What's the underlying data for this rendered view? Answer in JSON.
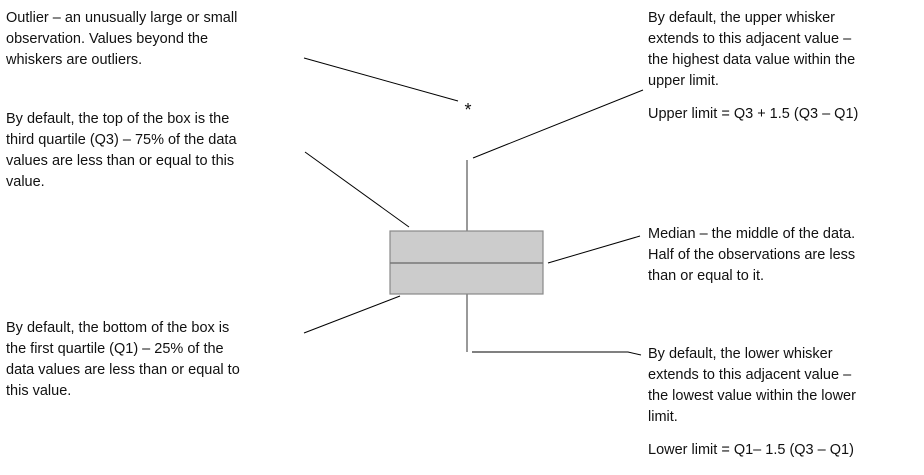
{
  "annotations": {
    "outlier": [
      "Outlier – an unusually large or small",
      "observation. Values beyond the",
      "whiskers are outliers."
    ],
    "q3": [
      "By default, the top of the box is the",
      "third quartile (Q3) – 75% of the data",
      "values are less than or equal to this",
      "value."
    ],
    "q1": [
      "By default, the bottom of the box is",
      "the first quartile (Q1) – 25% of the",
      "data values are less than or equal to",
      "this value."
    ],
    "upper_whisker": [
      "By default, the upper whisker",
      "extends to this adjacent value –",
      "the highest data value within the",
      "upper limit."
    ],
    "upper_limit": "Upper limit = Q3 + 1.5 (Q3 – Q1)",
    "median": [
      "Median – the middle of the data.",
      "Half of the observations are less",
      "than or equal to it."
    ],
    "lower_whisker": [
      "By default, the lower whisker",
      "extends to this adjacent value –",
      "the lowest value within the lower",
      "limit."
    ],
    "lower_limit": "Lower limit = Q1– 1.5 (Q3 – Q1)"
  },
  "plot": {
    "outlier_symbol": "*"
  },
  "colors": {
    "box_fill": "#cccccc",
    "box_stroke": "#888888",
    "whisker": "#777777",
    "leader": "#000000"
  }
}
